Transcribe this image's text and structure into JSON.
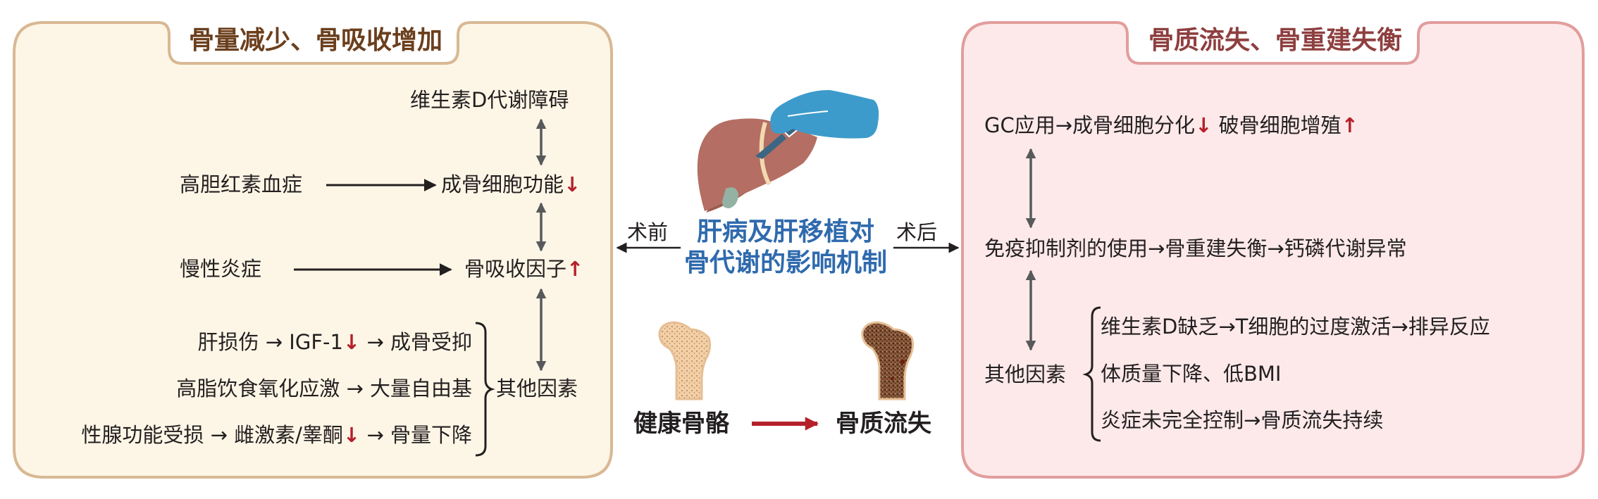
{
  "colors": {
    "left_panel_fill": "#fdf6e6",
    "left_panel_border": "#d8b894",
    "left_title": "#6b3f1d",
    "right_panel_fill": "#fde9ea",
    "right_panel_border": "#e29d9d",
    "right_title": "#8e3f3f",
    "center_title": "#2f6aad",
    "down_up_arrow": "#b5202a",
    "connector_gray": "#58595b",
    "text": "#231f20"
  },
  "left_panel": {
    "title": "骨量减少、骨吸收增加",
    "top_node": "维生素D代谢障碍",
    "row1": {
      "cause": "高胆红素血症",
      "effect": "成骨细胞功能",
      "trend": "down",
      "trend_icon": "↓"
    },
    "row2": {
      "cause": "慢性炎症",
      "effect": "骨吸收因子",
      "trend": "up",
      "trend_icon": "↑"
    },
    "other_factors": {
      "label": "其他因素",
      "items": [
        {
          "parts": [
            "肝损伤",
            "→",
            "IGF-1",
            "↓",
            "→",
            "成骨受抑"
          ]
        },
        {
          "parts": [
            "高脂饮食氧化应激",
            "→",
            "大量自由基"
          ]
        },
        {
          "parts": [
            "性腺功能受损",
            "→",
            "雌激素/睾酮",
            "↓",
            "→",
            "骨量下降"
          ]
        }
      ]
    }
  },
  "center": {
    "title_line1": "肝病及肝移植对",
    "title_line2": "骨代谢的影响机制",
    "pre_op": "术前",
    "post_op": "术后",
    "liver_icon": "liver-surgery-icon",
    "healthy_bone_label": "健康骨骼",
    "bone_loss_label": "骨质流失"
  },
  "right_panel": {
    "title": "骨质流失、骨重建失衡",
    "gc_row": {
      "p1": "GC应用",
      "arrow": "→",
      "p2": "成骨细胞分化",
      "down": "↓",
      "p3": "破骨细胞增殖",
      "up": "↑"
    },
    "immuno_row": {
      "p1": "免疫抑制剂的使用",
      "a1": "→",
      "p2": "骨重建失衡",
      "a2": "→",
      "p3": "钙磷代谢异常"
    },
    "other_factors": {
      "label": "其他因素",
      "items": [
        {
          "parts": [
            "维生素D缺乏",
            "→",
            "T细胞的过度激活",
            "→",
            "排异反应"
          ]
        },
        {
          "parts": [
            "体质量下降、低BMI"
          ]
        },
        {
          "parts": [
            "炎症未完全控制",
            "→",
            "骨质流失持续"
          ]
        }
      ]
    }
  }
}
